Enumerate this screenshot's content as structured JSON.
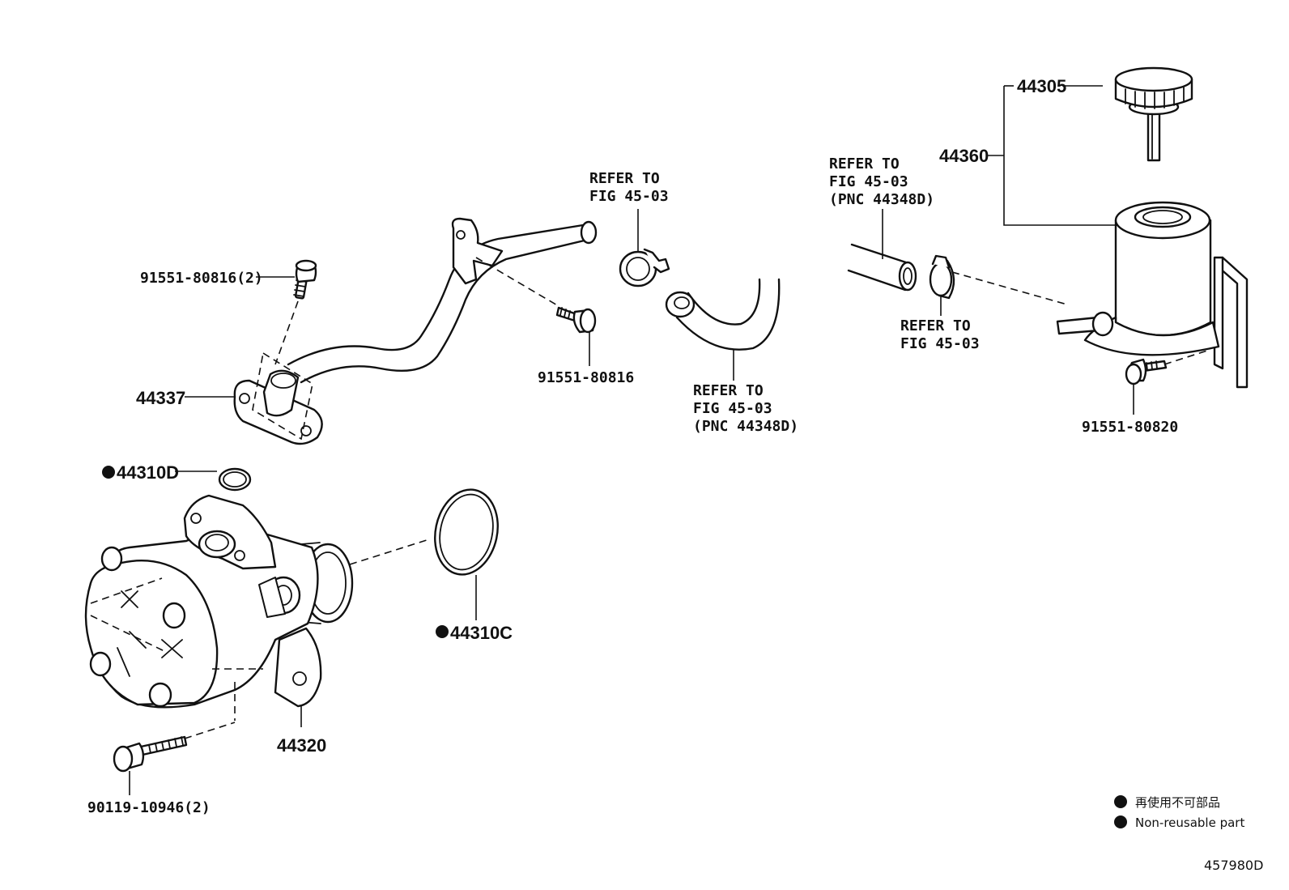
{
  "diagram": {
    "figure_id": "457980D",
    "labels": {
      "p44305": "44305",
      "p44360": "44360",
      "bolt_top_left": "91551-80816(2)",
      "p44337": "44337",
      "p44310d": "44310D",
      "bolt_mid": "91551-80816",
      "bolt_right": "91551-80820",
      "p44310c": "44310C",
      "p44320": "44320",
      "bolt_bottom": "90119-10946(2)"
    },
    "refers": {
      "clamp_top": [
        "REFER TO",
        "FIG 45-03"
      ],
      "hose_return": [
        "REFER TO",
        "FIG 45-03",
        "(PNC 44348D)"
      ],
      "hose_right": [
        "REFER TO",
        "FIG 45-03",
        "(PNC 44348D)"
      ],
      "clamp_right": [
        "REFER TO",
        "FIG 45-03"
      ]
    },
    "legend": {
      "line_jp": "再使用不可部品",
      "line_en": "Non-reusable part"
    }
  }
}
